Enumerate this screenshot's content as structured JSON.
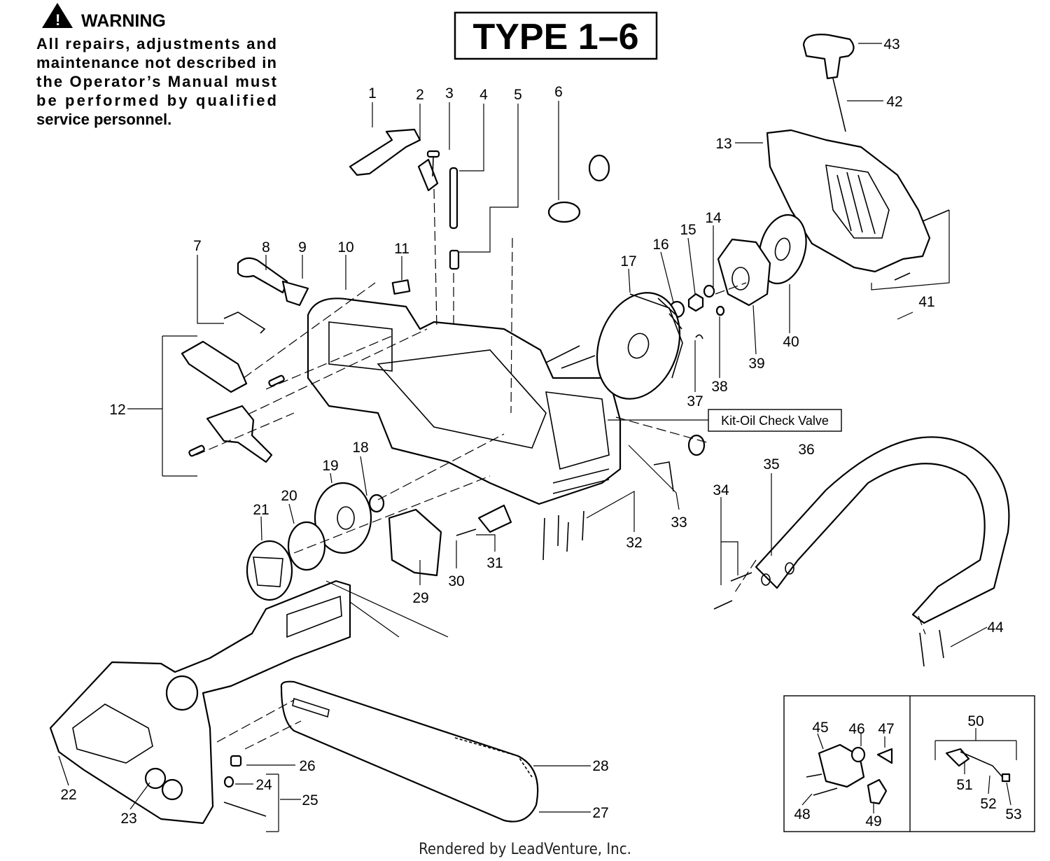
{
  "warning": {
    "title": "WARNING",
    "lines": [
      "All repairs, adjustments and",
      "maintenance not described in",
      "the Operator’s Manual must",
      "be performed by qualified",
      "service personnel."
    ]
  },
  "type_title": "TYPE 1–6",
  "kit_label": "Kit-Oil Check Valve",
  "footer": "Rendered by LeadVenture, Inc.",
  "callouts": [
    "1",
    "2",
    "3",
    "4",
    "5",
    "6",
    "7",
    "8",
    "9",
    "10",
    "11",
    "12",
    "13",
    "14",
    "15",
    "16",
    "17",
    "18",
    "19",
    "20",
    "21",
    "22",
    "23",
    "24",
    "25",
    "26",
    "27",
    "28",
    "29",
    "30",
    "31",
    "32",
    "33",
    "34",
    "35",
    "36",
    "37",
    "38",
    "39",
    "40",
    "41",
    "42",
    "43",
    "44",
    "45",
    "46",
    "47",
    "48",
    "49",
    "50",
    "51",
    "52",
    "53"
  ]
}
